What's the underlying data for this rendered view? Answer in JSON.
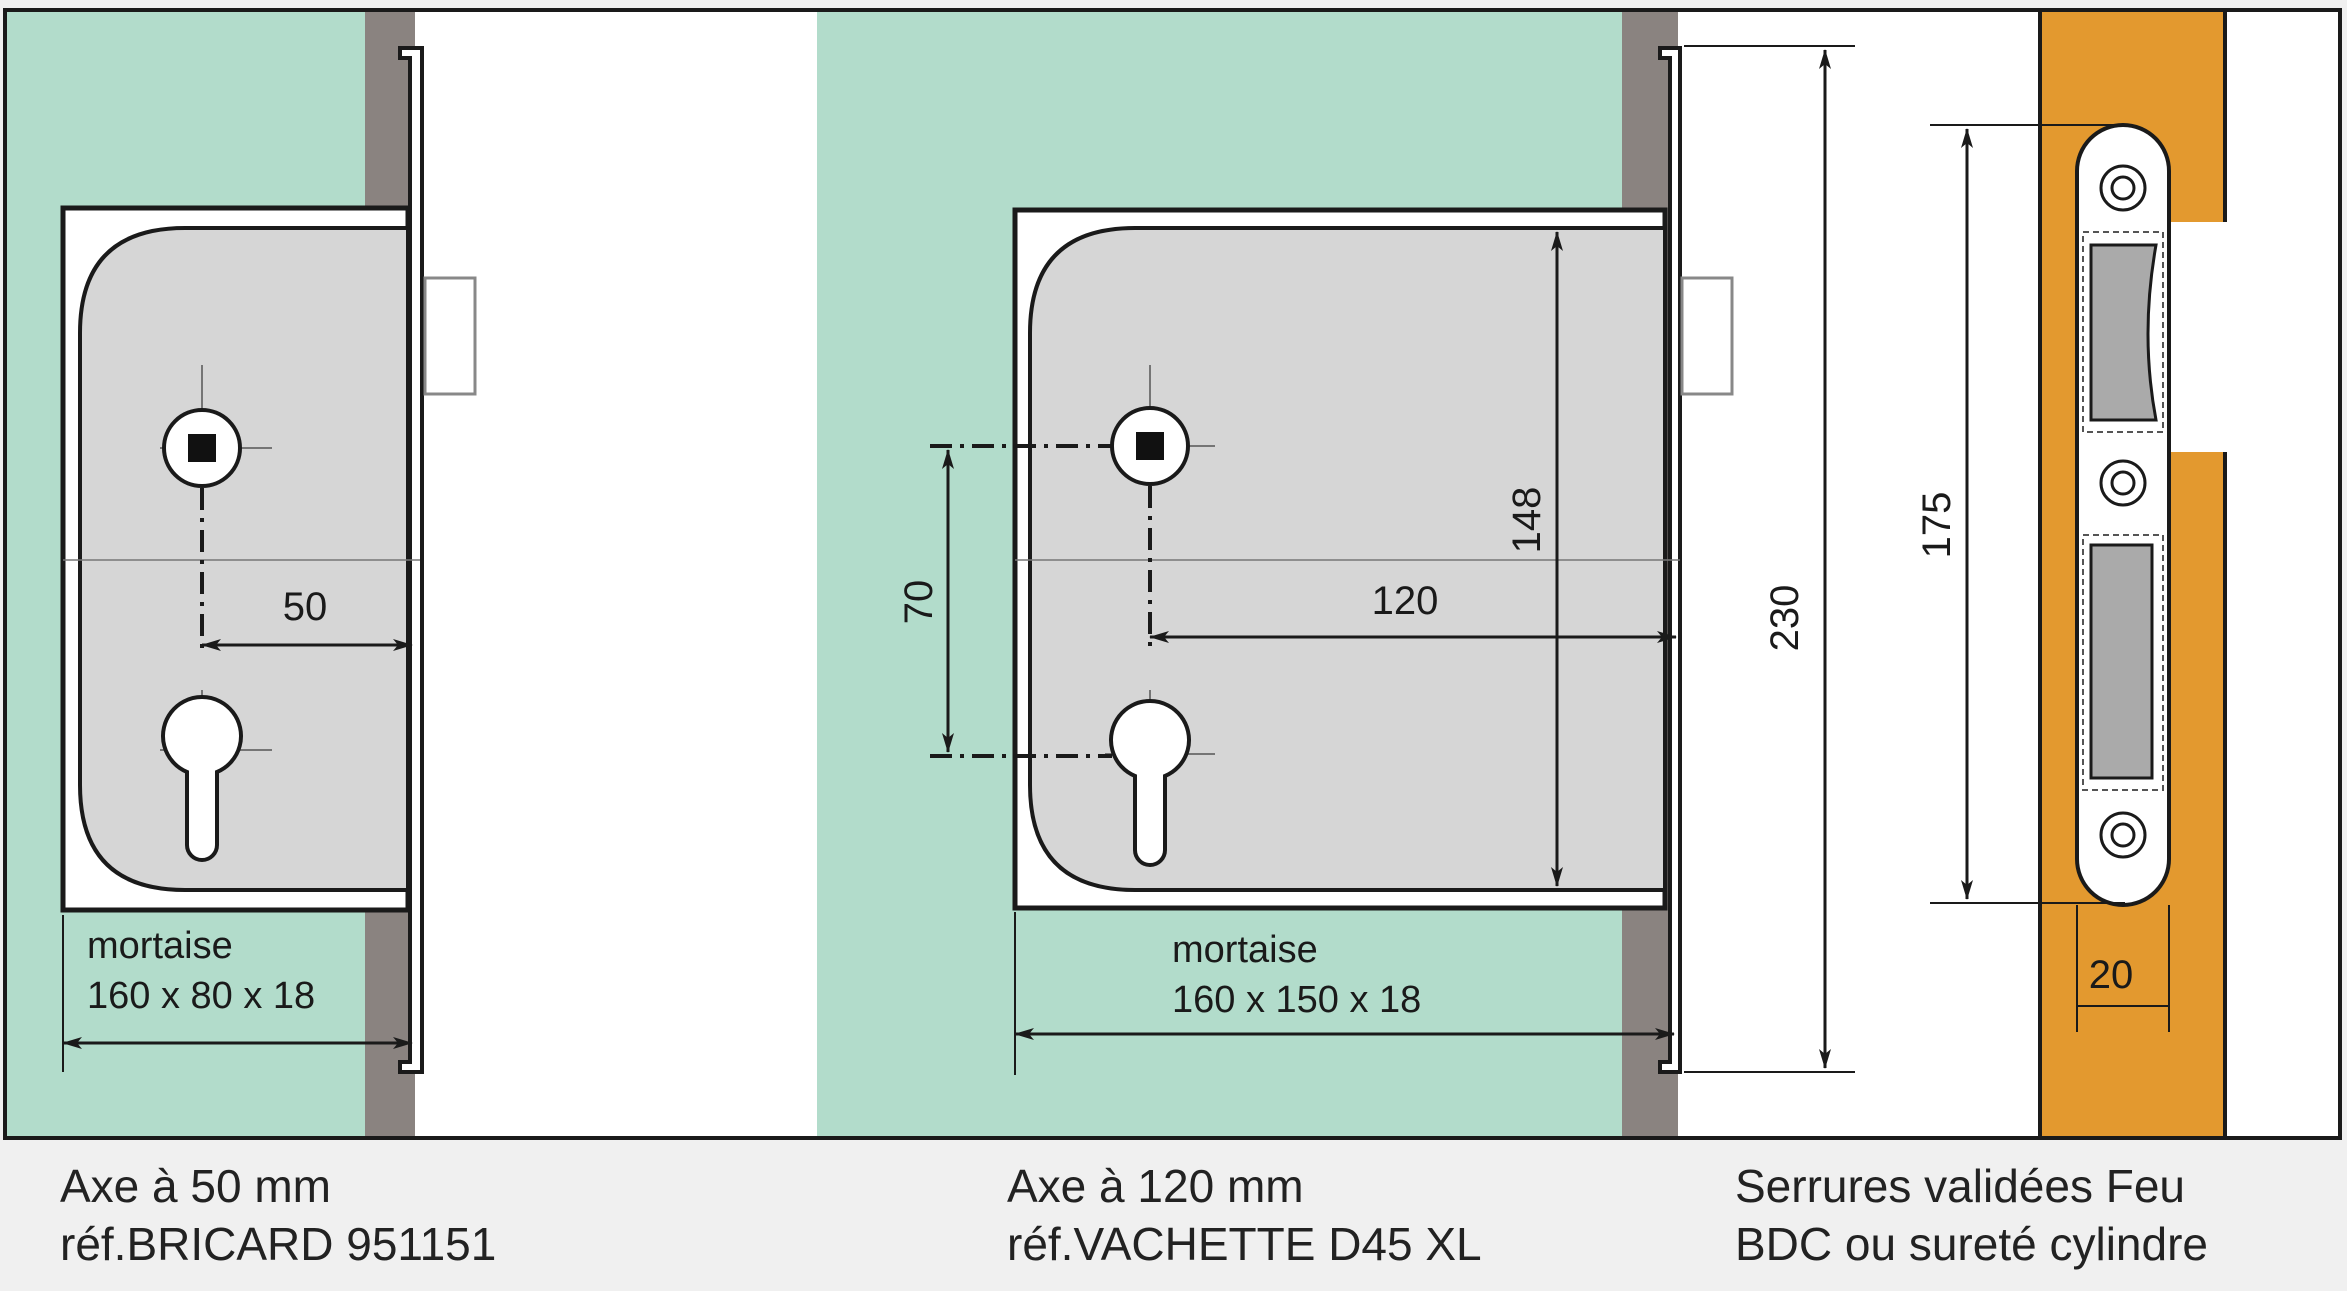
{
  "colors": {
    "wall_green": "#b2dccb",
    "wood_orange": "#e3992f",
    "frame_gray": "#8a8380",
    "lock_body": "#d6d6d6",
    "background": "#f0f0f0",
    "ink": "#1a1a1a"
  },
  "left_lock": {
    "dim_axis": "50",
    "mortise_title": "mortaise",
    "mortise_size": "160 x 80 x 18",
    "caption_line1": "Axe à 50 mm",
    "caption_line2": "réf.BRICARD 951151"
  },
  "middle_lock": {
    "dim_axis": "120",
    "dim_handle_cylinder": "70",
    "dim_body_height": "148",
    "dim_faceplate_height": "230",
    "mortise_title": "mortaise",
    "mortise_size": "160 x 150 x 18",
    "caption_line1": "Axe à 120 mm",
    "caption_line2": "réf.VACHETTE D45 XL"
  },
  "strike_plate": {
    "dim_length": "175",
    "dim_width": "20",
    "caption_line1": "Serrures validées Feu",
    "caption_line2": "BDC ou sureté cylindre"
  },
  "icons": [
    "square-spindle-icon",
    "euro-cylinder-keyhole-icon",
    "screw-hole-icon"
  ]
}
